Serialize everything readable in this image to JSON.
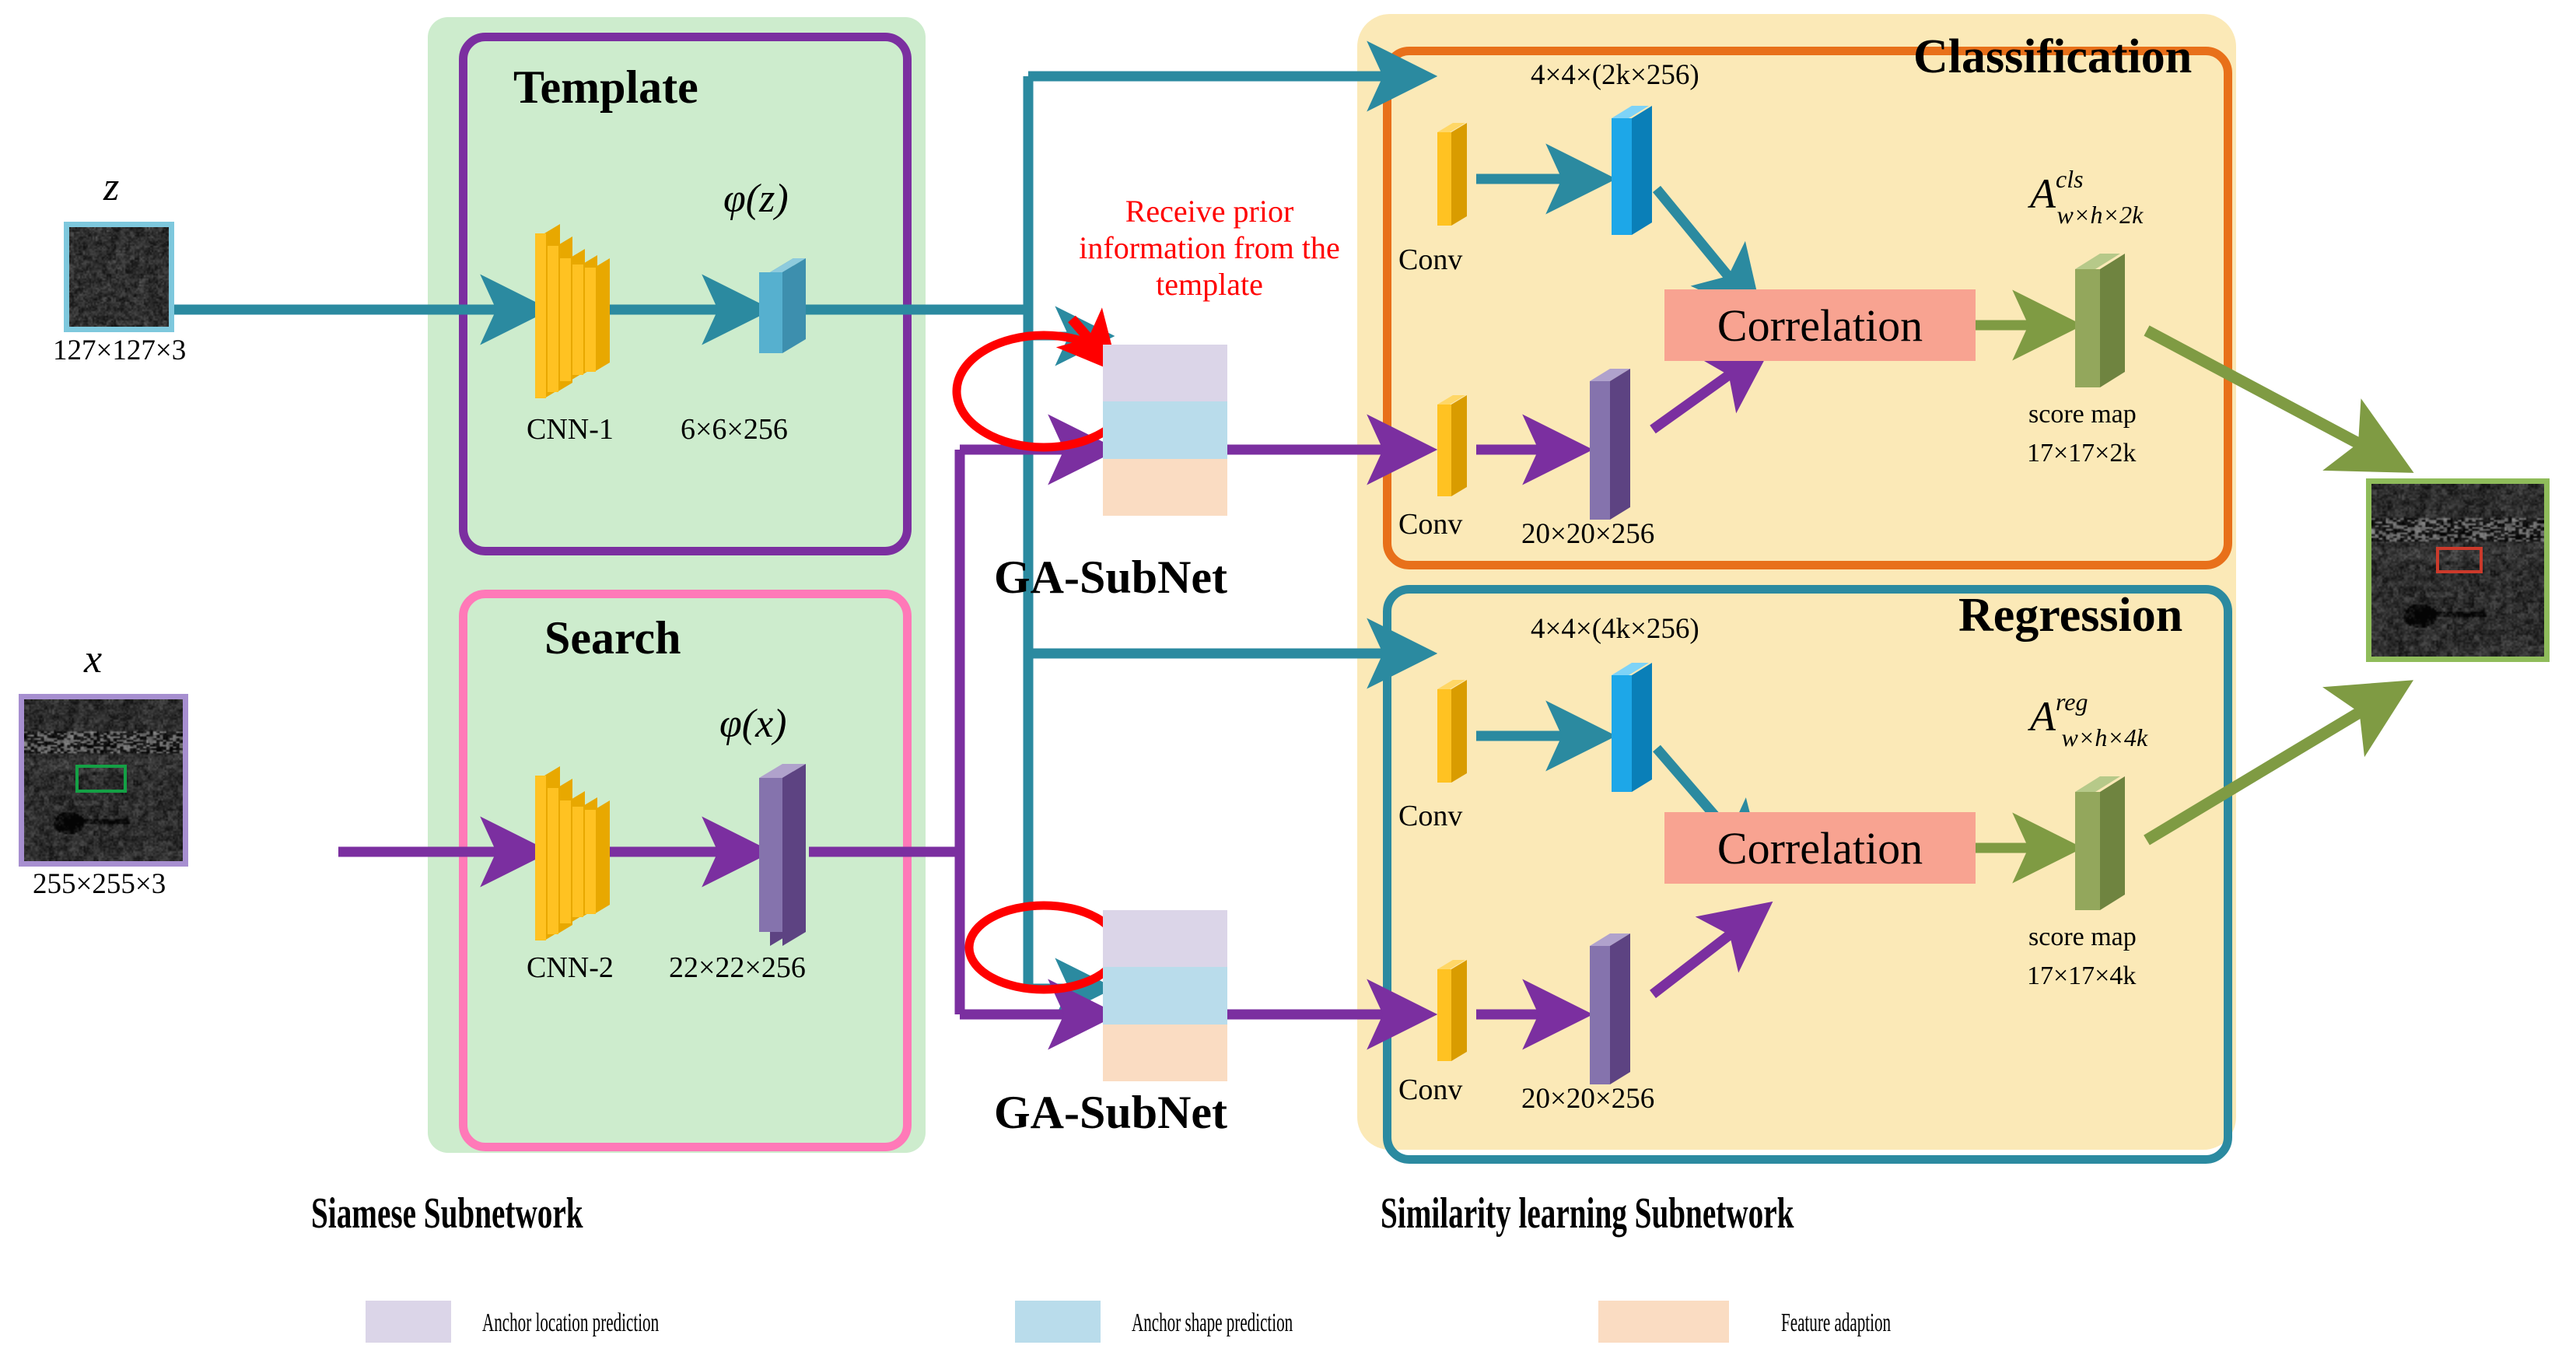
{
  "figure": {
    "type": "network-architecture-diagram",
    "background": "#ffffff"
  },
  "inputs": {
    "template": {
      "var_label": "z",
      "size_label": "127×127×3",
      "border_color": "#7ec8dd"
    },
    "search": {
      "var_label": "x",
      "size_label": "255×255×3",
      "border_color": "#a78fd0",
      "gt_box": true
    }
  },
  "siamese": {
    "section_title": "Siamese Subnetwork",
    "panel_color": "#cdeccd",
    "template_block": {
      "title": "Template",
      "outline_color": "#7b2fa0",
      "cnn_label": "CNN-1",
      "feature_label": "φ(z)",
      "feature_dims": "6×6×256",
      "feature_color": "#56b0cf"
    },
    "search_block": {
      "title": "Search",
      "outline_color": "#ff79b8",
      "cnn_label": "CNN-2",
      "feature_label": "φ(x)",
      "feature_dims": "22×22×256",
      "feature_color": "#7a5fa8"
    }
  },
  "annotation": {
    "red_note": "Receive prior information from the template",
    "color": "#ff0000"
  },
  "ga_subnets": [
    {
      "label": "GA-SubNet",
      "position": "upper"
    },
    {
      "label": "GA-SubNet",
      "position": "lower"
    }
  ],
  "similarity": {
    "section_title": "Similarity learning Subnetwork",
    "panel_color": "#fbe9b7",
    "classification": {
      "title": "Classification",
      "outline_color": "#e8701a",
      "conv_label": "Conv",
      "template_branch_dims": "4×4×(2k×256)",
      "template_branch_color": "#1da7e8",
      "search_branch_dims": "20×20×256",
      "search_branch_color": "#7a5fa8",
      "correlation_label": "Correlation",
      "correlation_color": "#f8a391",
      "anchor_label": "A",
      "anchor_sup": "cls",
      "anchor_sub": "w×h×2k",
      "score_map_label": "score map",
      "score_map_dims": "17×17×2k",
      "score_map_color": "#8a9e4b"
    },
    "regression": {
      "title": "Regression",
      "outline_color": "#2b8aa0",
      "conv_label": "Conv",
      "template_branch_dims": "4×4×(4k×256)",
      "template_branch_color": "#1da7e8",
      "search_branch_dims": "20×20×256",
      "search_branch_color": "#7a5fa8",
      "correlation_label": "Correlation",
      "correlation_color": "#f8a391",
      "anchor_label": "A",
      "anchor_sup": "reg",
      "anchor_sub": "w×h×4k",
      "score_map_label": "score map",
      "score_map_dims": "17×17×4k",
      "score_map_color": "#8a9e4b"
    }
  },
  "output": {
    "border_color": "#8fbc5a",
    "predicted_box_color": "#cc3a2b"
  },
  "legend": [
    {
      "label": "Anchor location prediction",
      "color": "#dbd5e8"
    },
    {
      "label": "Anchor shape prediction",
      "color": "#b9dceb"
    },
    {
      "label": "Feature adaption",
      "color": "#fadcc2"
    }
  ],
  "flow_colors": {
    "template_path": "#2b8aa0",
    "search_path": "#7b2fa0",
    "score_path": "#7f9b43"
  }
}
